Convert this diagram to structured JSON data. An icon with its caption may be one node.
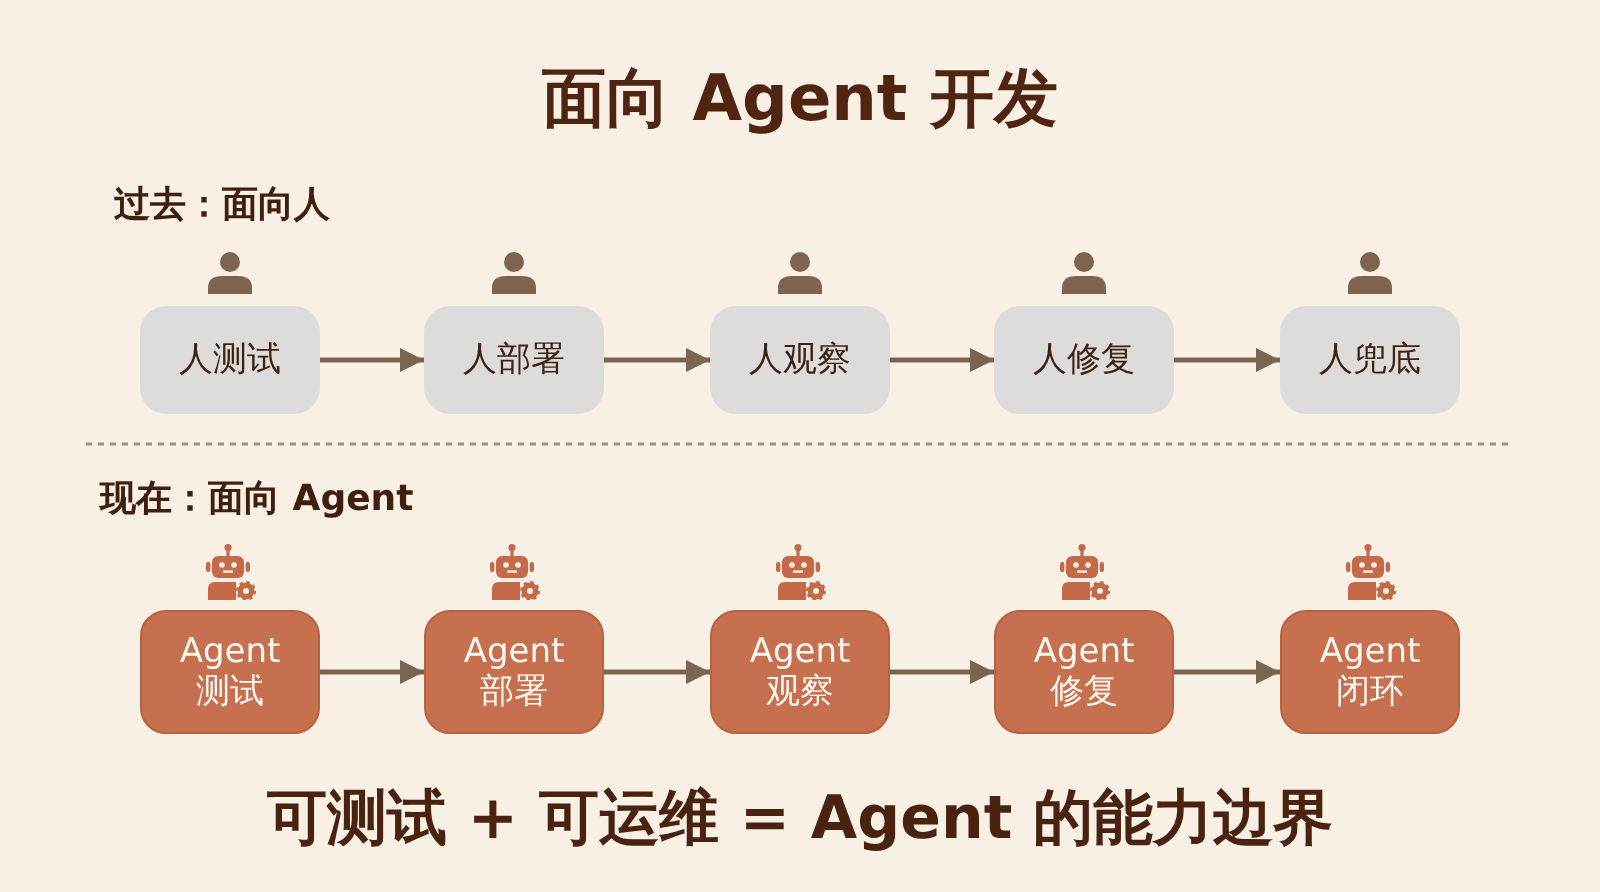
{
  "diagram": {
    "title": "面向 Agent 开发",
    "caption": "可测试 + 可运维 = Agent 的能力边界",
    "labels": [
      "过去：面向人",
      "现在：面向 Agent"
    ],
    "nodes": [
      {
        "text": [
          "人测试"
        ]
      },
      {
        "text": [
          "人部署"
        ]
      },
      {
        "text": [
          "人观察"
        ]
      },
      {
        "text": [
          "人修复"
        ]
      },
      {
        "text": [
          "人兜底"
        ]
      },
      {
        "text": [
          "Agent 测试"
        ]
      },
      {
        "text": [
          "Agent 部署"
        ]
      },
      {
        "text": [
          "Agent 观察"
        ]
      },
      {
        "text": [
          "Agent 修复"
        ]
      },
      {
        "text": [
          "Agent 闭环"
        ]
      }
    ],
    "edges": [
      {
        "from": 0,
        "to": 1,
        "arrow": "to"
      },
      {
        "from": 1,
        "to": 2,
        "arrow": "to"
      },
      {
        "from": 2,
        "to": 3,
        "arrow": "to"
      },
      {
        "from": 3,
        "to": 4,
        "arrow": "to"
      },
      {
        "from": 5,
        "to": 6,
        "arrow": "to"
      },
      {
        "from": 6,
        "to": 7,
        "arrow": "to"
      },
      {
        "from": 7,
        "to": 8,
        "arrow": "to"
      },
      {
        "from": 8,
        "to": 9,
        "arrow": "to"
      }
    ]
  }
}
